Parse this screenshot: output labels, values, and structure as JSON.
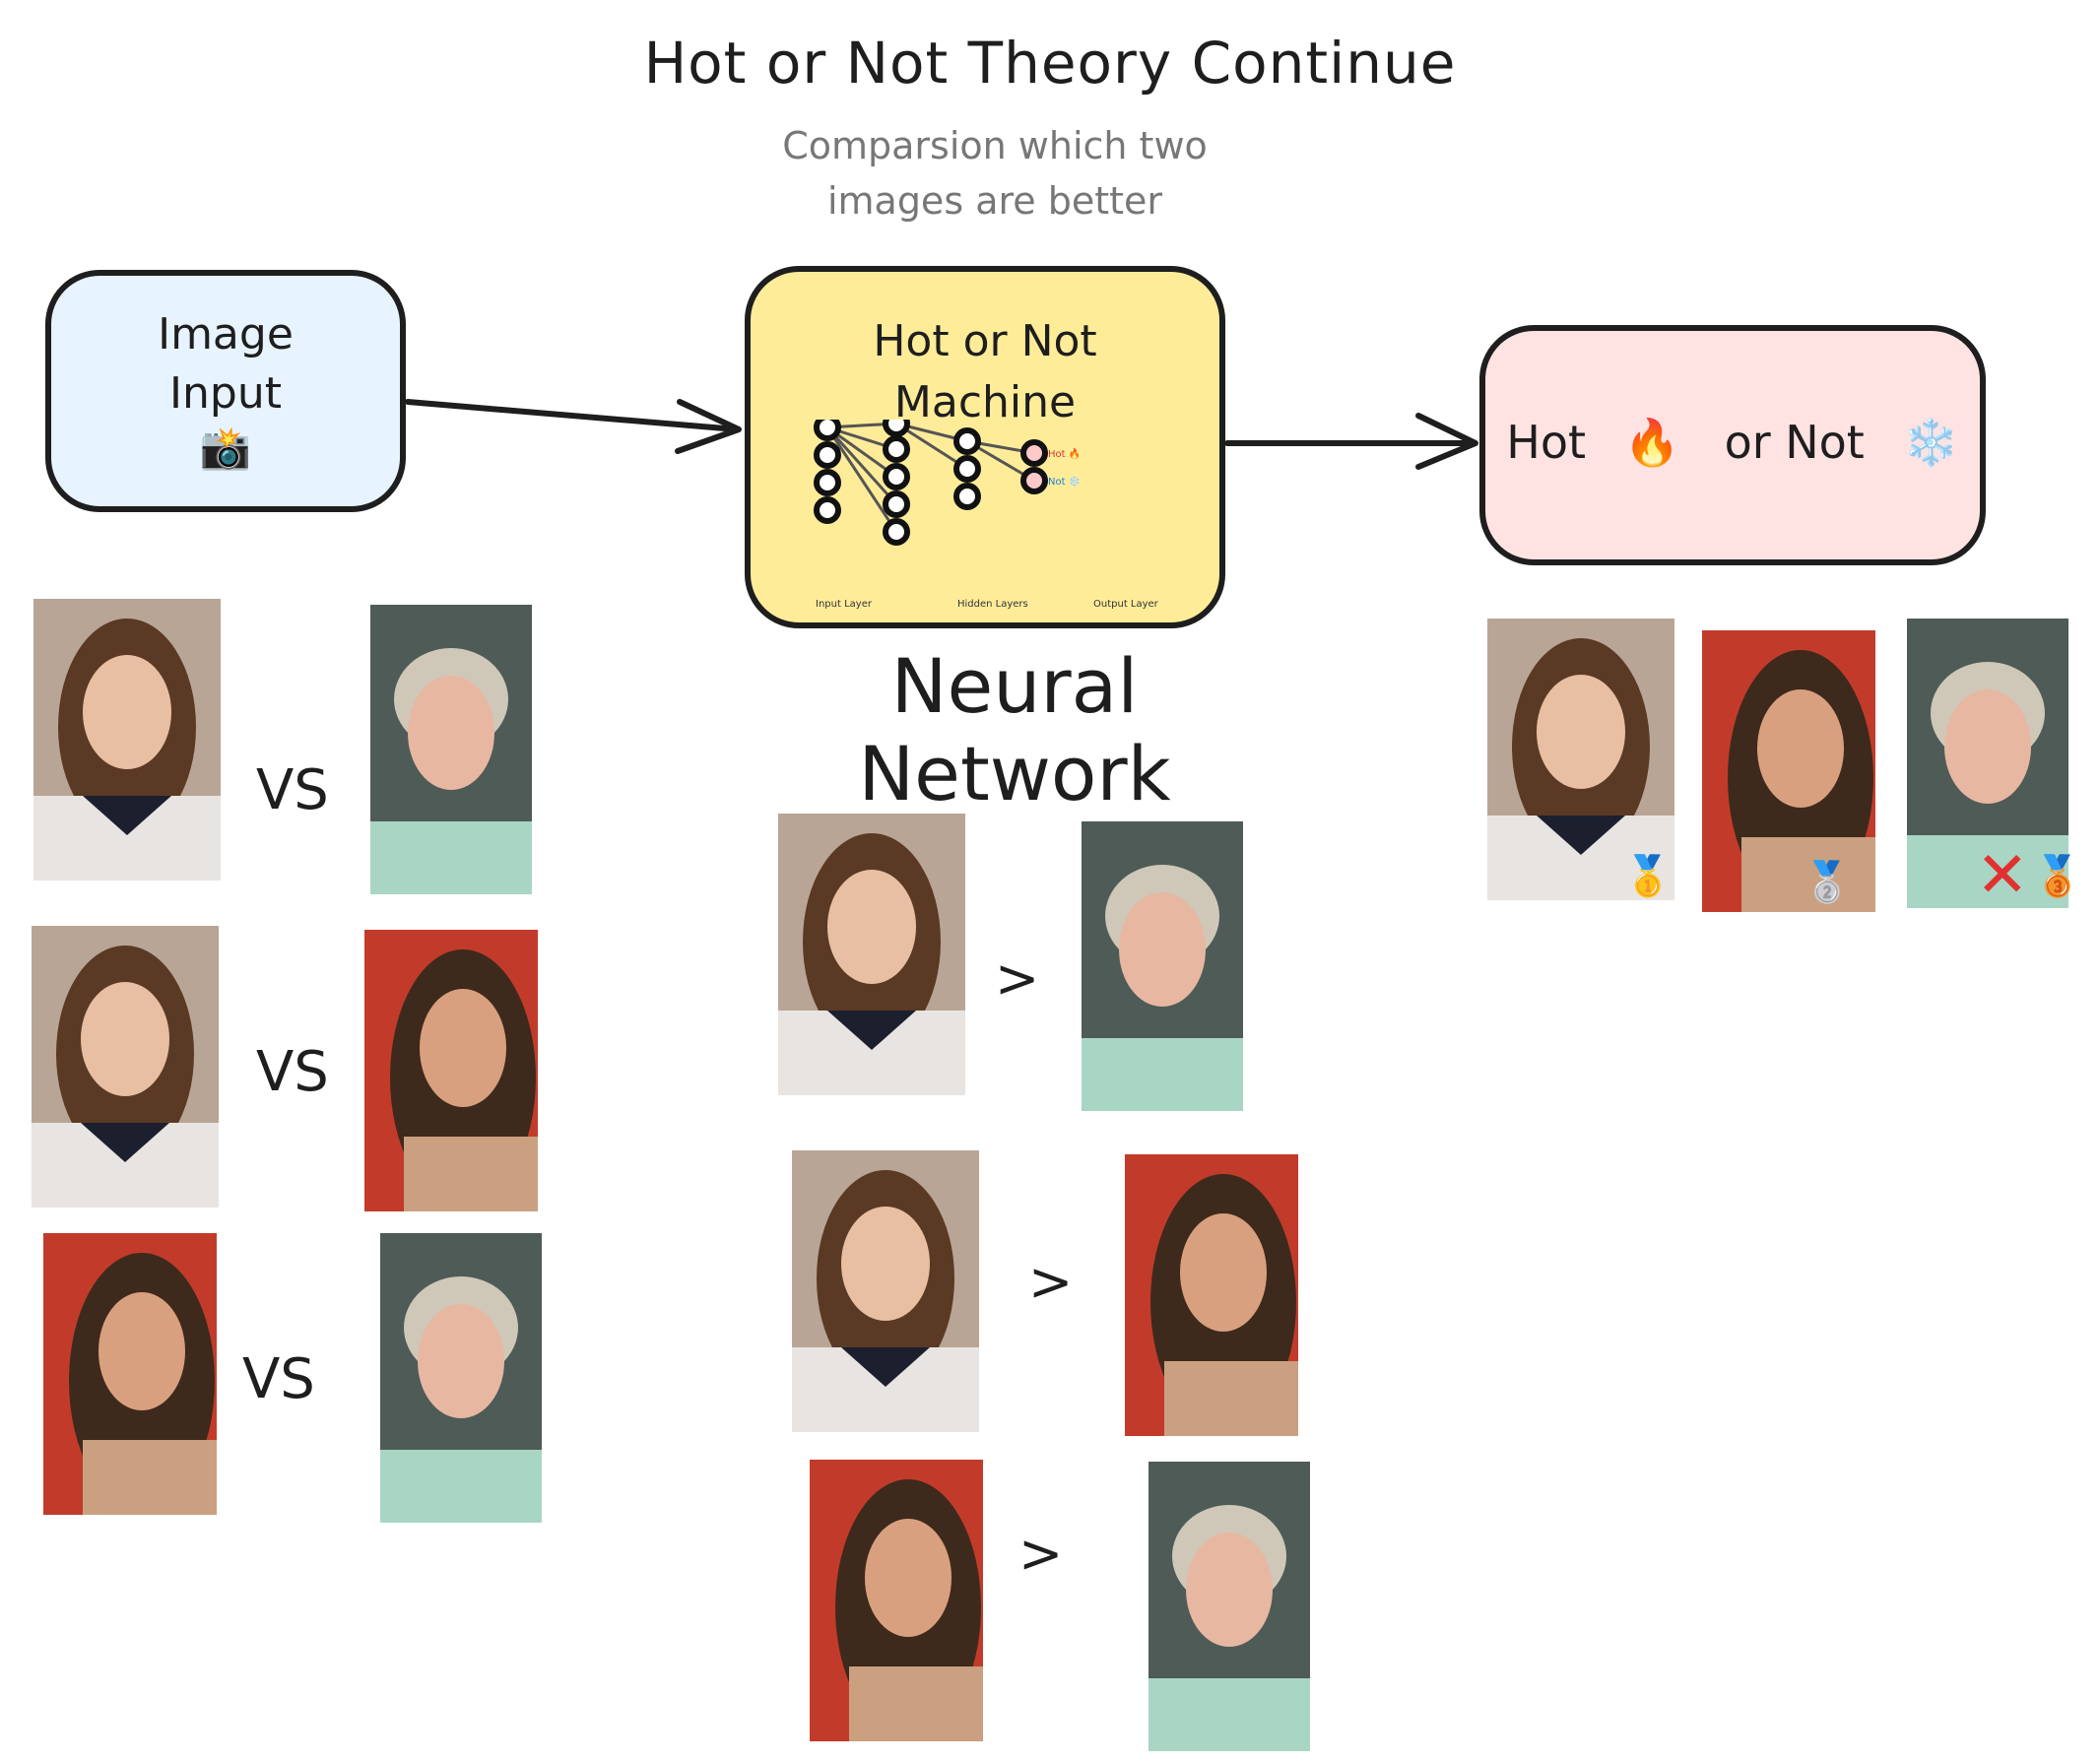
{
  "title": "Hot or Not Theory Continue",
  "subtitle_line1": "Comparsion which two",
  "subtitle_line2": "images are better",
  "input_box": {
    "line1": "Image",
    "line2": "Input",
    "icon": "camera-flash-icon"
  },
  "machine_box": {
    "line1": "Hot or Not",
    "line2": "Machine",
    "layers": [
      "Input Layer",
      "Hidden Layers",
      "Output Layer"
    ],
    "outputs": [
      "Hot 🔥",
      "Not ❄️"
    ]
  },
  "output_box": {
    "hot": "Hot",
    "hot_emoji": "🔥",
    "or_not": "or Not",
    "not_emoji": "❄️"
  },
  "network_label": "Neural Network",
  "vs_label": "VS",
  "gt_label": ">",
  "medals": [
    "🥇",
    "🥈",
    "🥉"
  ],
  "cross": "✕",
  "colors": {
    "input_fill": "#e7f3ff",
    "machine_fill": "#ffec99",
    "output_fill": "#ffe3e3",
    "stroke": "#1e1e1e"
  }
}
